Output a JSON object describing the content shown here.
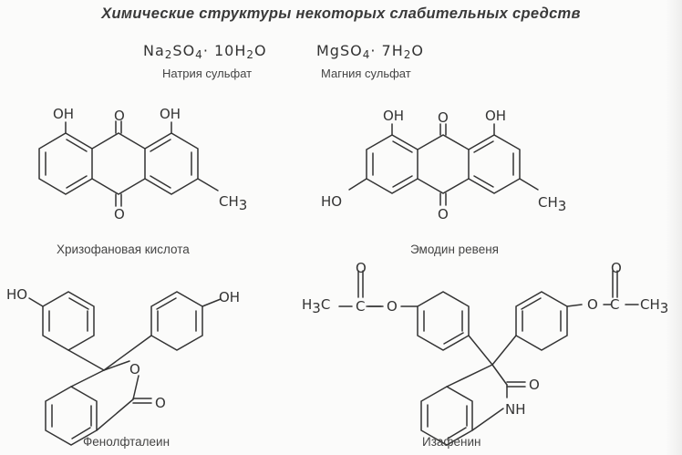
{
  "title": "Химические структуры некоторых слабительных средств",
  "salts": [
    {
      "formula": {
        "a": "Na",
        "n1": "2",
        "b": "SO",
        "n2": "4",
        "c": "· 10H",
        "n3": "2",
        "d": "O"
      },
      "name": "Натрия сульфат"
    },
    {
      "formula": {
        "a": "MgSO",
        "n1": "4",
        "b": "· 7H",
        "n2": "2",
        "c": "O"
      },
      "name": "Магния сульфат"
    }
  ],
  "labels": {
    "oh": "OH",
    "ho": "HO",
    "ch": "CH",
    "three": "3",
    "o": "O",
    "h": "H",
    "c": "C",
    "nh": "NH"
  },
  "captions": {
    "chrysophanic": "Хризофановая кислота",
    "emodin": "Эмодин ревеня",
    "phenolphthalein": "Фенолфталеин",
    "isaphenin": "Изафенин"
  }
}
